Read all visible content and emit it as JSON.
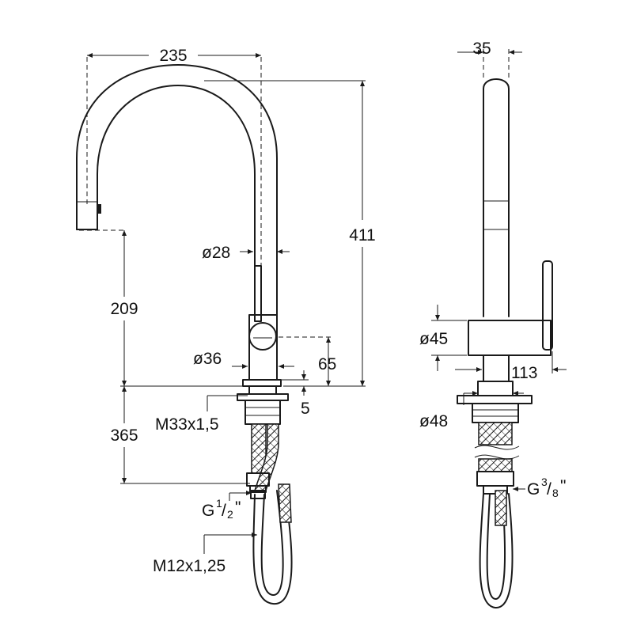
{
  "dimensions": {
    "front": {
      "spout_reach": "235",
      "total_height": "411",
      "spout_diameter": "ø28",
      "outlet_height": "209",
      "body_diameter": "ø36",
      "lever_height": "65",
      "base_gap": "5",
      "thread_shank": "M33x1,5",
      "shank_length": "365",
      "hose_connection": {
        "main": "G",
        "num": "1",
        "den": "2",
        "tail": "\""
      },
      "hose_thread": "M12x1,25"
    },
    "side": {
      "spout_depth": "35",
      "body_width": "ø45",
      "lever_projection": "113",
      "base_diameter": "ø48",
      "hose_connection": {
        "main": "G",
        "num": "3",
        "den": "8",
        "tail": "\""
      }
    }
  },
  "colors": {
    "line": "#1a1a1a",
    "background": "#ffffff"
  }
}
